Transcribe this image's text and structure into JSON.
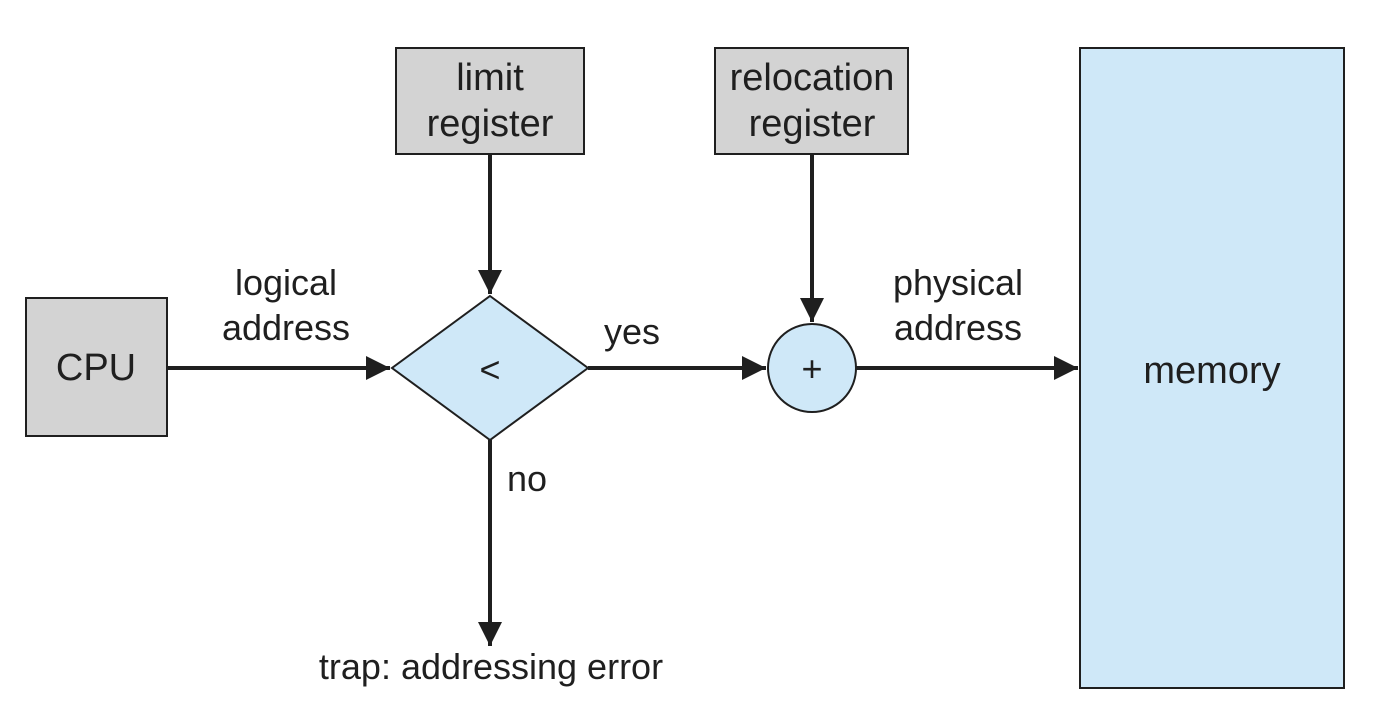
{
  "diagram": {
    "cpu": {
      "label": "CPU"
    },
    "limit_register": {
      "line1": "limit",
      "line2": "register"
    },
    "relocation_register": {
      "line1": "relocation",
      "line2": "register"
    },
    "memory": {
      "label": "memory"
    },
    "compare": {
      "symbol": "<"
    },
    "adder": {
      "symbol": "+"
    },
    "labels": {
      "logical_line1": "logical",
      "logical_line2": "address",
      "physical_line1": "physical",
      "physical_line2": "address",
      "yes": "yes",
      "no": "no",
      "trap": "trap: addressing error"
    },
    "colors": {
      "gray_box": "#d3d3d3",
      "blue_fill": "#cfe8f8",
      "stroke": "#1f1f1f"
    }
  }
}
